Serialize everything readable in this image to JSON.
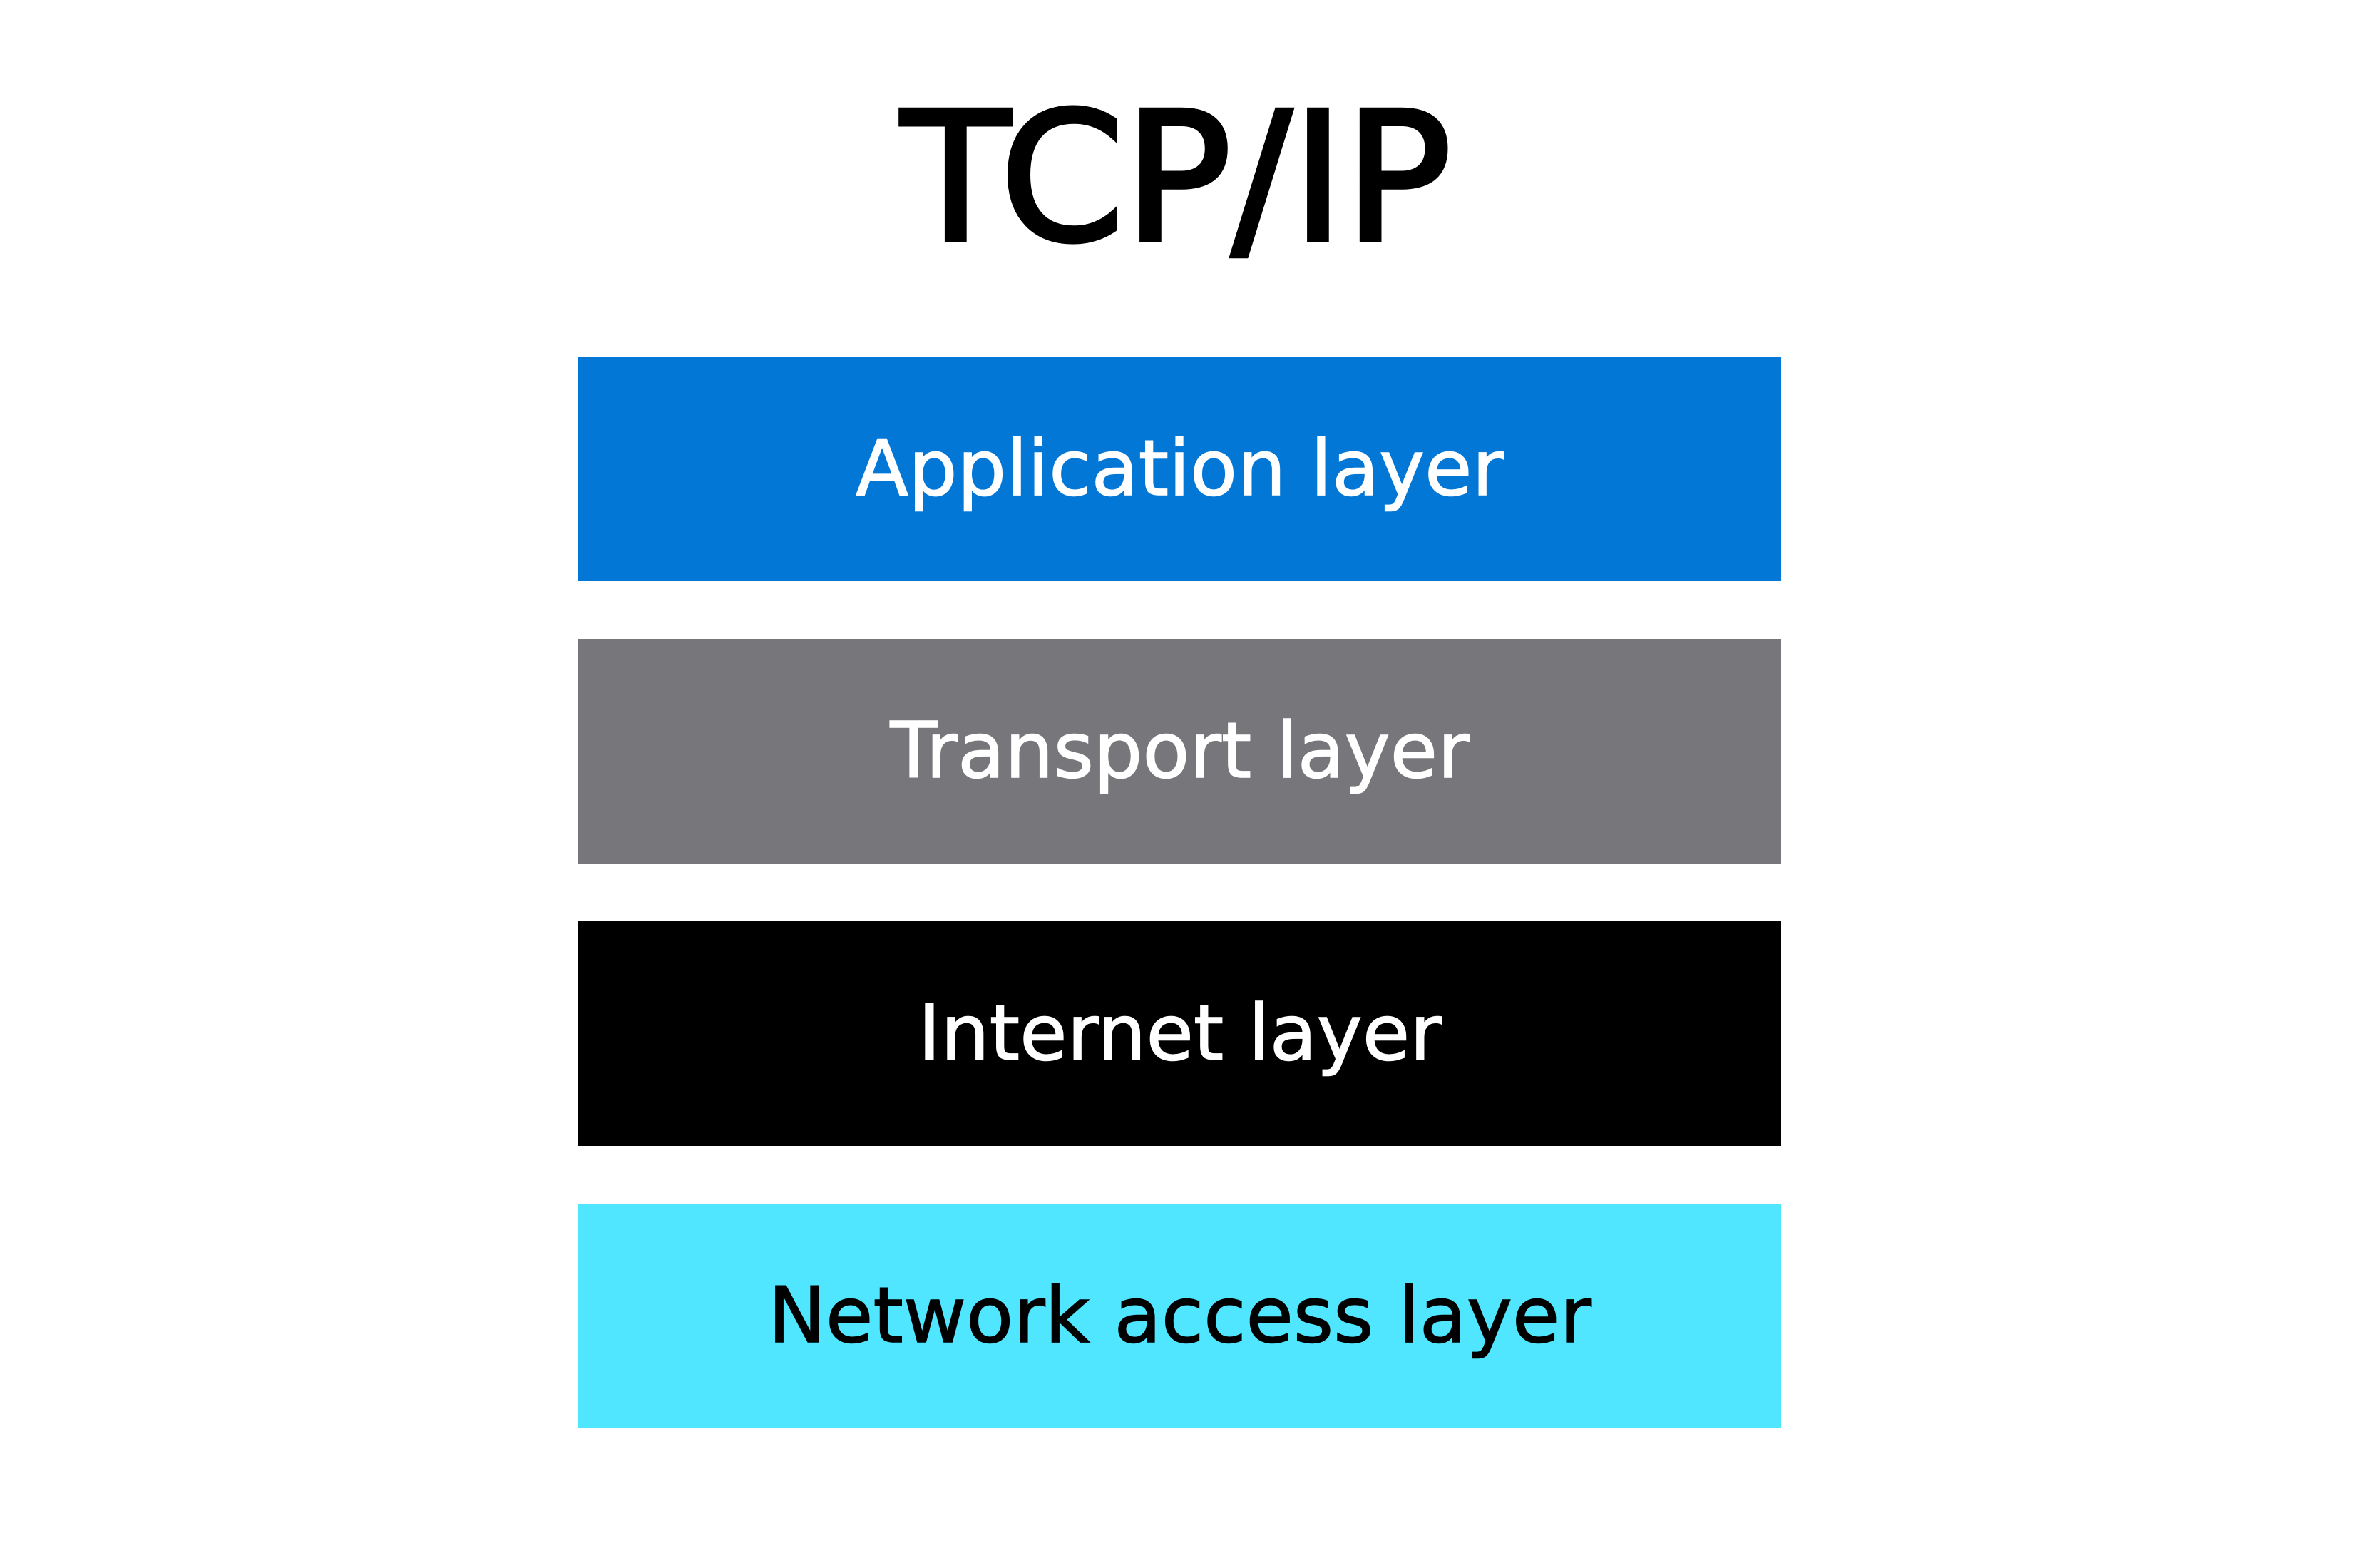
{
  "title": "TCP/IP",
  "layers": [
    {
      "label": "Application layer",
      "background": "#0377D6",
      "text_color": "#FFFFFF"
    },
    {
      "label": "Transport layer",
      "background": "#76767B",
      "text_color": "#FFFFFF"
    },
    {
      "label": "Internet layer",
      "background": "#000000",
      "text_color": "#FFFFFF"
    },
    {
      "label": "Network access layer",
      "background": "#50E6FF",
      "text_color": "#000000"
    }
  ]
}
